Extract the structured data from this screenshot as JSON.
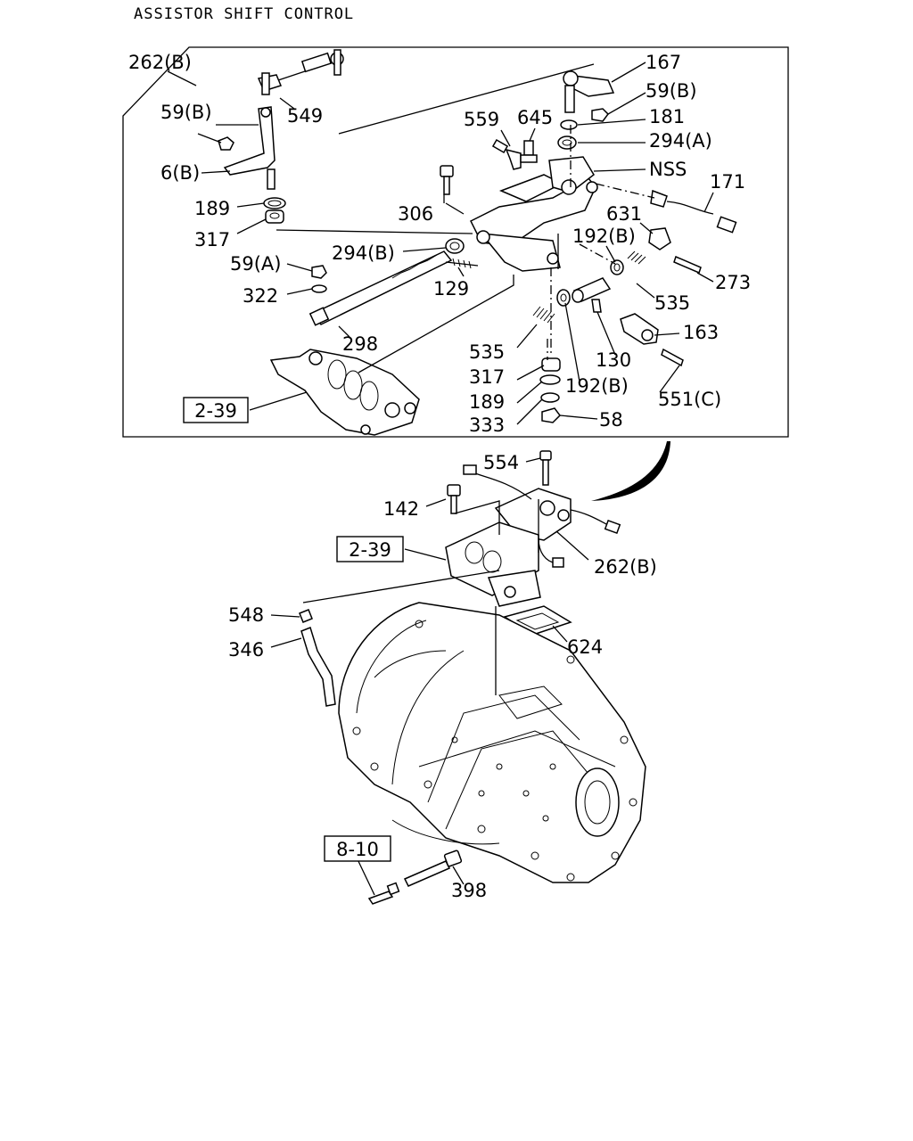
{
  "title": "ASSISTOR SHIFT CONTROL",
  "labels": {
    "p262b_top": "262(B)",
    "p549": "549",
    "p59b_left": "59(B)",
    "p6b": "6(B)",
    "p189_left": "189",
    "p317_left": "317",
    "p59a": "59(A)",
    "p322": "322",
    "p294b_left": "294(B)",
    "p129": "129",
    "p298": "298",
    "p306": "306",
    "p559": "559",
    "p645": "645",
    "p167": "167",
    "p59b_right": "59(B)",
    "p181": "181",
    "p294a": "294(A)",
    "nss": "NSS",
    "p171": "171",
    "p631": "631",
    "p192b_top": "192(B)",
    "p273": "273",
    "p535_right": "535",
    "p163": "163",
    "p535_left": "535",
    "p130": "130",
    "p317_lower": "317",
    "p192b_lower": "192(B)",
    "p189_lower": "189",
    "p551c": "551(C)",
    "p333": "333",
    "p58": "58",
    "p554": "554",
    "p142": "142",
    "p262b_bottom": "262(B)",
    "p548": "548",
    "p346": "346",
    "p624": "624",
    "p398": "398"
  },
  "refs": {
    "ref_2_39_top": "2-39",
    "ref_2_39_mid": "2-39",
    "ref_8_10": "8-10"
  }
}
